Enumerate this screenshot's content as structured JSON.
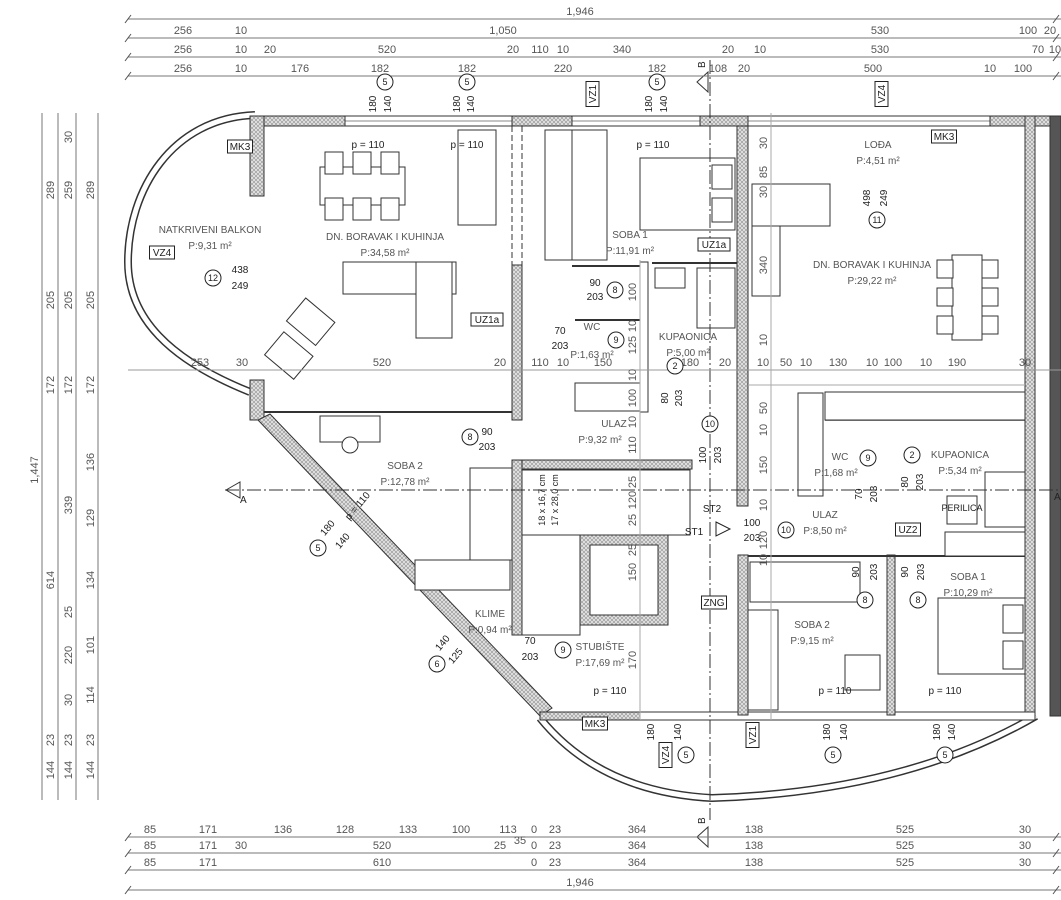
{
  "title": "Floor plan",
  "dimensions": {
    "top": [
      [
        "1,946"
      ],
      [
        "256",
        "10",
        "1,050",
        "530",
        "100",
        "20"
      ],
      [
        "256",
        "10",
        "20",
        "520",
        "20",
        "110",
        "10",
        "340",
        "20",
        "10",
        "530",
        "70",
        "10"
      ],
      [
        "256",
        "10",
        "176",
        "182",
        "182",
        "220",
        "182",
        "108",
        "20",
        "500",
        "10",
        "100"
      ]
    ],
    "bottom": [
      [
        "85",
        "171",
        "136",
        "128",
        "133",
        "100",
        "113",
        "0",
        "35",
        "23",
        "364",
        "138",
        "525",
        "30"
      ],
      [
        "85",
        "171",
        "30",
        "520",
        "25",
        "0",
        "23",
        "364",
        "138",
        "525",
        "30"
      ],
      [
        "85",
        "171",
        "610",
        "0",
        "23",
        "364",
        "138",
        "525",
        "30"
      ],
      [
        "1,946"
      ]
    ],
    "left": [
      [
        "1,447"
      ],
      [
        "289",
        "205",
        "172",
        "614",
        "23",
        "144"
      ],
      [
        "30",
        "259",
        "205",
        "172",
        "339",
        "25",
        "220",
        "30",
        "23",
        "144"
      ],
      [
        "289",
        "205",
        "172",
        "136",
        "129",
        "134",
        "101",
        "114",
        "23",
        "144"
      ]
    ],
    "interior_row": [
      "253",
      "30",
      "520",
      "20",
      "110",
      "10",
      "150",
      "180",
      "20",
      "10",
      "50",
      "10",
      "130",
      "10",
      "100",
      "10",
      "190",
      "30"
    ],
    "interior_vertical": [
      "85",
      "30",
      "30",
      "340",
      "100",
      "10",
      "125",
      "10",
      "100",
      "10",
      "110",
      "25",
      "150",
      "25",
      "170",
      "120",
      "25",
      "10",
      "50",
      "10",
      "150",
      "10",
      "120",
      "10"
    ]
  },
  "rooms": [
    {
      "name": "NATKRIVENI BALKON",
      "area": "P:9,31 m²"
    },
    {
      "name": "DN. BORAVAK I KUHINJA",
      "area": "P:34,58 m²"
    },
    {
      "name": "SOBA 1",
      "area": "P:11,91 m²"
    },
    {
      "name": "WC",
      "area": "P:1,63 m²"
    },
    {
      "name": "KUPAONICA",
      "area": "P:5,00 m²"
    },
    {
      "name": "ULAZ",
      "area": "P:9,32 m²"
    },
    {
      "name": "SOBA 2",
      "area": "P:12,78 m²"
    },
    {
      "name": "KLIME",
      "area": "P:0,94 m²"
    },
    {
      "name": "STUBIŠTE",
      "area": "P:17,69 m²"
    },
    {
      "name": "LOĐA",
      "area": "P:4,51 m²"
    },
    {
      "name": "DN. BORAVAK I KUHINJA",
      "area": "P:29,22 m²"
    },
    {
      "name": "WC",
      "area": "P:1,68 m²"
    },
    {
      "name": "KUPAONICA",
      "area": "P:5,34 m²"
    },
    {
      "name": "ULAZ",
      "area": "P:8,50 m²"
    },
    {
      "name": "SOBA 1",
      "area": "P:10,29 m²"
    },
    {
      "name": "SOBA 2",
      "area": "P:9,15 m²"
    }
  ],
  "tags": [
    "MK3",
    "VZ4",
    "UZ1a",
    "UZ1a",
    "VZ1",
    "VZ4",
    "MK3",
    "UZ2",
    "ZNG",
    "MK3",
    "VZ1",
    "VZ4"
  ],
  "axis_markers": [
    "5",
    "5",
    "5",
    "12",
    "11",
    "8",
    "9",
    "2",
    "10",
    "8",
    "10",
    "5",
    "6",
    "9",
    "8",
    "8",
    "9",
    "2",
    "5",
    "5",
    "5"
  ],
  "sill_heights": [
    "p = 110",
    "p = 110",
    "p = 110",
    "p = 110",
    "p = 110",
    "p = 110",
    "p = 110"
  ],
  "openings": [
    [
      "90",
      "203"
    ],
    [
      "70",
      "203"
    ],
    [
      "90",
      "203"
    ],
    [
      "100",
      "203"
    ],
    [
      "70",
      "203"
    ],
    [
      "438",
      "249"
    ],
    [
      "180",
      "140"
    ],
    [
      "180",
      "140"
    ],
    [
      "180",
      "140"
    ],
    [
      "498",
      "249"
    ],
    [
      "180",
      "140"
    ],
    [
      "180",
      "140"
    ],
    [
      "180",
      "140"
    ],
    [
      "80",
      "203"
    ],
    [
      "100",
      "203"
    ],
    [
      "70",
      "203"
    ],
    [
      "80",
      "203"
    ],
    [
      "90",
      "203"
    ],
    [
      "90",
      "203"
    ],
    [
      "180",
      "140"
    ],
    [
      "140",
      "125"
    ]
  ],
  "sections": {
    "a": "A",
    "b": "B"
  },
  "stair_labels": [
    "ST1",
    "ST2"
  ],
  "stair": {
    "risers": "18 x 16,7 cm",
    "treads": "17 x 28,0 cm"
  },
  "appliance": "PERILICA"
}
